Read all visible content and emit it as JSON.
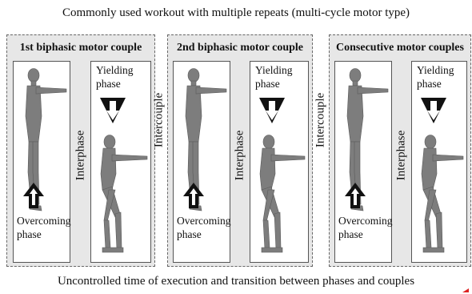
{
  "title": "Commonly used workout with multiple repeats (multi-cycle motor type)",
  "footer": "Uncontrolled time of execution and transition between phases and couples",
  "couples": [
    {
      "title": "1st biphasic motor couple",
      "yielding": [
        "Yielding",
        "phase"
      ],
      "overcoming": [
        "Overcoming",
        "phase"
      ],
      "interphase": "Interphase"
    },
    {
      "title": "2nd biphasic motor couple",
      "yielding": [
        "Yielding",
        "phase"
      ],
      "overcoming": [
        "Overcoming",
        "phase"
      ],
      "interphase": "Interphase"
    },
    {
      "title": "Consecutive  motor couples",
      "yielding": [
        "Yielding",
        "phase"
      ],
      "overcoming": [
        "Overcoming",
        "phase"
      ],
      "interphase": "Interphase"
    }
  ],
  "intercouple": [
    "Intercouple",
    "Intercouple"
  ],
  "colors": {
    "box_bg": "#e7e7e7",
    "panel_bg": "#ffffff",
    "figure": "#7d7d7d",
    "arrow": "#111111"
  }
}
